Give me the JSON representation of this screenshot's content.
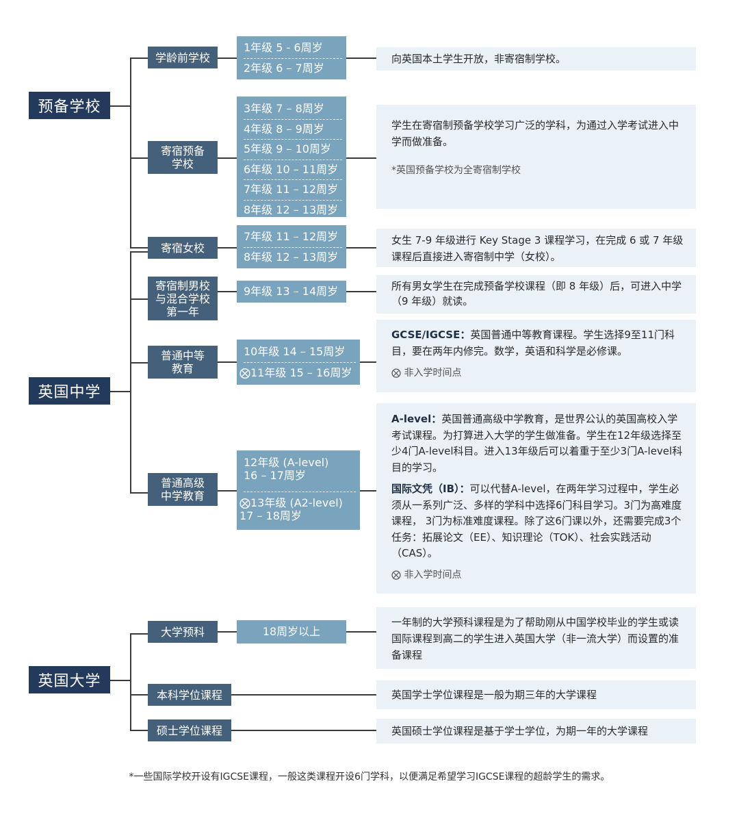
{
  "sections": {
    "prep": "预备学校",
    "secondary": "英国中学",
    "university": "英国大学"
  },
  "sub": {
    "preschool": "学龄前学校",
    "boarding_prep": "寄宿预备\n学校",
    "girls": "寄宿女校",
    "boys_mixed": "寄宿制男校\n与混合学校\n第一年",
    "gcse": "普通中等\n教育",
    "alevel": "普通高级\n中学教育",
    "foundation": "大学预科",
    "bachelor": "本科学位课程",
    "master": "硕士学位课程"
  },
  "ages": {
    "preschool": [
      "1年级 5 - 6周岁",
      "2年级 6 – 7周岁"
    ],
    "boarding_prep": [
      "3年级 7 – 8周岁",
      "4年级 8 – 9周岁",
      "5年级 9 – 10周岁",
      "6年级 10 – 11周岁",
      "7年级 11 – 12周岁",
      "8年级 12 – 13周岁"
    ],
    "girls": [
      "7年级 11 – 12周岁",
      "8年级 12 – 13周岁"
    ],
    "boys_mixed": [
      "9年级 13 – 14周岁"
    ],
    "gcse": [
      "10年级 14 – 15周岁",
      "⨂11年级 15 – 16周岁"
    ],
    "alevel": [
      "12年级 (A-level)\n16 – 17周岁",
      "⨂13年级 (A2-level)\n17 – 18周岁"
    ],
    "foundation": [
      "18周岁以上"
    ]
  },
  "desc": {
    "preschool": "向英国本土学生开放，非寄宿制学校。",
    "boarding_prep": "学生在寄宿制预备学校学习广泛的学科，为通过入学考试进入中学而做准备。",
    "boarding_prep_note": "*英国预备学校为全寄宿制学校",
    "girls": "女生 7-9 年级进行 Key Stage 3 课程学习，在完成 6 或 7 年级课程后直接进入寄宿制中学（女校）。",
    "boys_mixed": "所有男女学生在完成预备学校课程（即 8 年级）后，可进入中学（9 年级）就读。",
    "gcse_bold": "GCSE/IGCSE：",
    "gcse": "英国普通中等教育课程。学生选择9至11门科目，要在两年内修完。数学，英语和科学是必修课。",
    "gcse_mark": "⨂ 非入学时间点",
    "alevel_bold": "A-level：",
    "alevel": "英国普通高级中学教育，是世界公认的英国高校入学考试课程。为打算进入大学的学生做准备。学生在12年级选择至少4门A-level科目。进入13年级后可以着重于至少3门A-level科目的学习。",
    "ib_bold": "国际文凭（IB）：",
    "ib": "可以代替A-level，在两年学习过程中，学生必须从一系列广泛、多样的学科中选择6门科目学习。3门为高难度课程， 3门为标准难度课程。除了这6门课以外，还需要完成3个任务：拓展论文（EE）、知识理论（TOK）、社会实践活动（CAS）。",
    "alevel_mark": "⨂ 非入学时间点",
    "foundation": "一年制的大学预科课程是为了帮助刚从中国学校毕业的学生或读国际课程到高二的学生进入英国大学（非一流大学）而设置的准备课程",
    "bachelor": "英国学士学位课程是一般为期三年的大学课程",
    "master": "英国硕士学位课程是基于学士学位，为期一年的大学课程"
  },
  "footnote": "*一些国际学校开设有IGCSE课程，一般这类课程开设6门学科，以便满足希望学习IGCSE课程的超龄学生的需求。"
}
